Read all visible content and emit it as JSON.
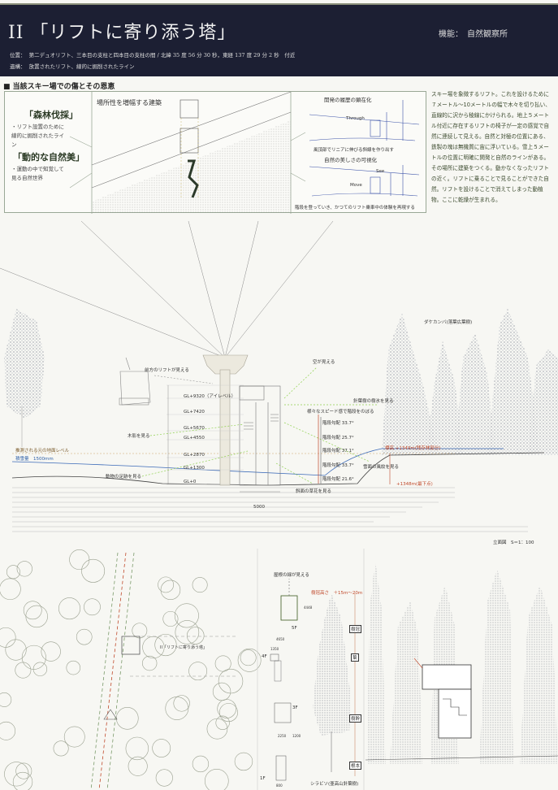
{
  "header": {
    "title": "II 「リフトに寄り添う塔」",
    "function": "機能：　自然観察所",
    "location_label": "位置：",
    "location": "第二デュオリフト、三本目の支柱と四本目の支柱の間 / 北緯 35 度 56 分 30 秒，東経 137 度 29 分 2 秒　付近",
    "heritage_label": "遺構：",
    "heritage": "放置されたリフト、線的に掘削されたライン"
  },
  "section_heading": "■ 当該スキー場での傷とその恩恵",
  "concept": {
    "left_title_1": "「森林伐採」",
    "left_note_1": "・リフト設置のために線的に掘削されたライン",
    "left_title_2": "「動的な自然美」",
    "left_note_2": "・運動の中で知覚して見る自然世界",
    "center_title": "場所性を増幅する建築",
    "right_title_1": "開発の履歴の顕在化",
    "right_tag_1": "Through",
    "right_caption_1": "風頂部でリニアに伸びる斜線を作り出す",
    "right_title_2": "自然の美しさの可視化",
    "right_tag_2a": "See",
    "right_tag_2b": "Move",
    "right_caption_2": "階段を登っていき、かつてのリフト乗車中の体験を再現する"
  },
  "essay": "スキー場を象徴するリフト。これを設けるために７メートル～10メートルの幅で木々を切り払い、直線的に沢から稜線にかけられる。地上５メートル付近に存在するリフトの椅子が一定の感覚で自然に連続して見える。自然と対極の位置にある、鉄製の塊は無機質に宙に浮いている。雪上５メートルの位置に明確に開発と自然のラインがある。その場所に建築をつくる。動かなくなったリフトの近く。リフトに乗ることで見ることができた自然。リフトを設けることで消えてしまった動植物。ここに乾燥が生まれる。",
  "elevation": {
    "levels": [
      "GL+9320（アイレベル）",
      "GL+7420",
      "GL+5670",
      "GL+4550",
      "GL+2870",
      "GL+1300",
      "GL+0"
    ],
    "dimension": "5000",
    "ground_note": "推測される元の地面レベル",
    "snow_note": "積雪量　1500mm",
    "views": {
      "front_lift": "前方のリフトが見える",
      "tree_shadow": "木影を見る",
      "animal_tracks": "動物の足跡を見る",
      "sky": "空が見える",
      "rime": "針葉樹の樹氷を見る",
      "stairs": "様々なスピード感で階段をのぼる",
      "snow_ripples": "雪面の風紋を見る",
      "slope_flowers": "斜面の草花を見る"
    },
    "stair_slopes": [
      "階段勾配 33.7°",
      "階段勾配 25.7°",
      "階段勾配 37.1°",
      "階段勾配 33.7°",
      "階段勾配 21.6°"
    ],
    "altitude_high": "標高 +1349m(残存林部分)",
    "altitude_low": "+1348m(最下点)",
    "tree_species": "ダケカンバ(落葉広葉樹)",
    "scale": "立面図　S＝1：100"
  },
  "plan": {
    "building_label": "II「リフトに寄り添う塔」"
  },
  "section": {
    "roof_view": "屋根の緑が見える",
    "canopy_height": "樹冠高さ　＋15m～20m",
    "tree_parts": [
      "樹冠",
      "葉",
      "樹幹",
      "根本"
    ],
    "tree_species": "シラビソ(亜高山針葉樹)",
    "floors": [
      "5F",
      "4F",
      "3F",
      "1F"
    ],
    "dims": [
      "4650",
      "1350",
      "4448",
      "2250",
      "1200",
      "800"
    ]
  },
  "colors": {
    "header_bg": "#1c1f33",
    "view_line": "#8fd14f",
    "accent_red": "#c0492b",
    "snow_blue": "#2d5fa8"
  }
}
